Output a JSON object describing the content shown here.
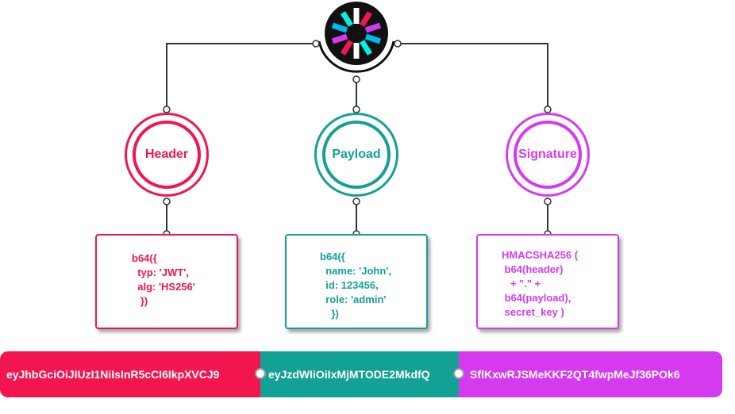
{
  "colors": {
    "header": "#f2154f",
    "payload": "#13a196",
    "signature": "#d63af0",
    "connector": "#333333"
  },
  "logo": {
    "icon": "jwt-logo-icon"
  },
  "parts": {
    "header": {
      "label": "Header",
      "code": "b64({\n  typ: 'JWT',\n  alg: 'HS256'\n   })",
      "token": "eyJhbGciOiJIUzI1NiIsInR5cCI6IkpXVCJ9"
    },
    "payload": {
      "label": "Payload",
      "code": "b64({\n  name: 'John',\n  id: 123456,\n  role: 'admin'\n    })",
      "token": "eyJzdWIiOiIxMjMTODE2MkdfQ"
    },
    "signature": {
      "label": "Signature",
      "code": "HMACSHA256 (\n b64(header)\n   + \".\" +\n b64(payload),\n secret_key )",
      "token": "SflKxwRJSMeKKF2QT4fwpMeJf36POk6"
    }
  }
}
